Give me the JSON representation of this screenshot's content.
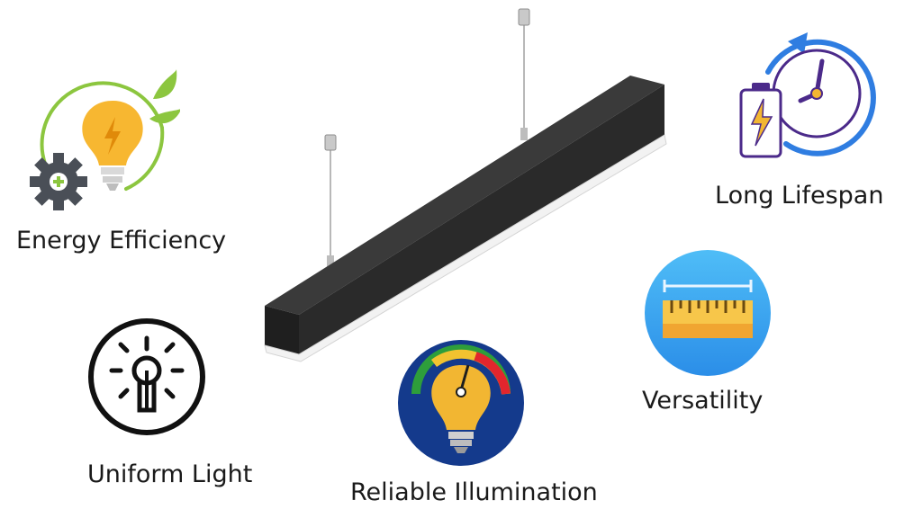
{
  "features": {
    "energy_efficiency": {
      "label": "Energy Efficiency",
      "icon": "bulb-leaf-gear-icon"
    },
    "long_lifespan": {
      "label": "Long Lifespan",
      "icon": "battery-clock-icon"
    },
    "versatility": {
      "label": "Versatility",
      "icon": "ruler-icon"
    },
    "uniform_light": {
      "label": "Uniform Light",
      "icon": "lightbulb-rays-icon"
    },
    "reliable_illumination": {
      "label": "Reliable Illumination",
      "icon": "bulb-gauge-icon"
    }
  },
  "product": {
    "icon": "linear-pendant-light-icon"
  },
  "colors": {
    "green": "#8cc63f",
    "bulb_yellow": "#f7b731",
    "gear_gray": "#4a4f57",
    "purple": "#4b2a8a",
    "blue": "#2f7de1",
    "sky_blue": "#37a9f2",
    "navy": "#143a8c",
    "fixture_black": "#2a2a2a"
  }
}
